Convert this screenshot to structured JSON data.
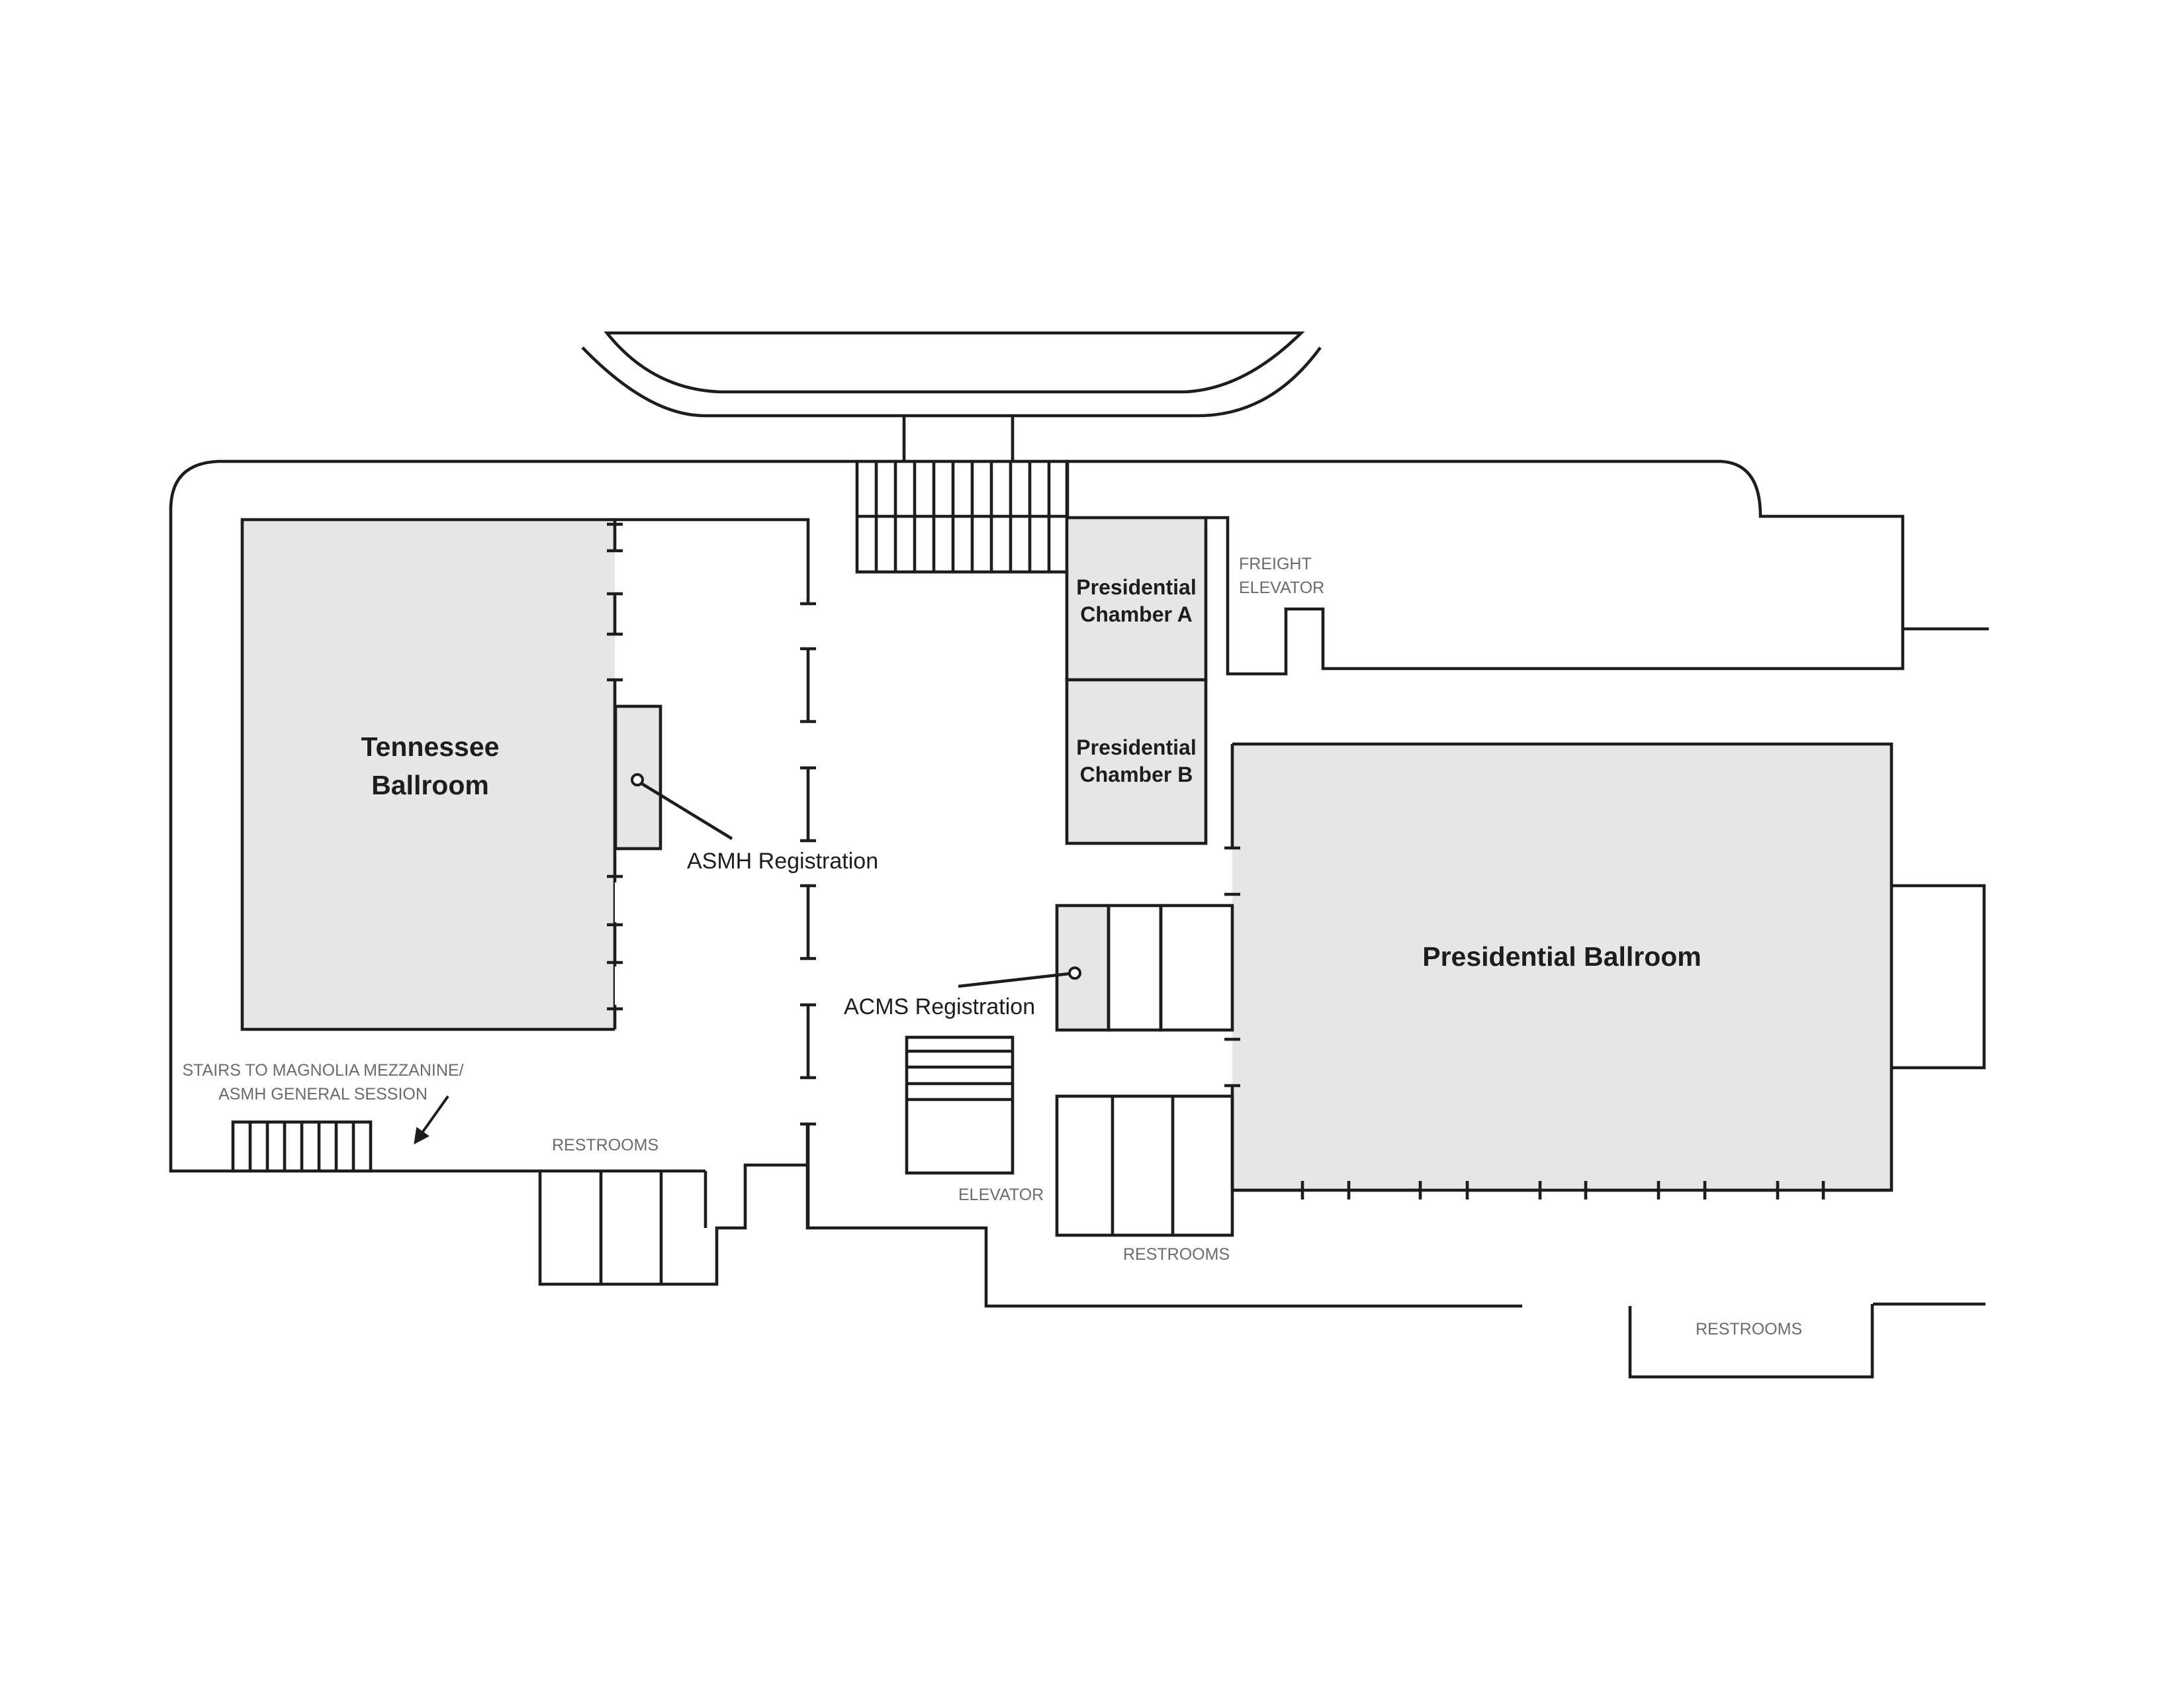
{
  "colors": {
    "wall": "#1d1d1b",
    "room_fill": "#e6e6e7",
    "background": "#ffffff",
    "small_label": "#6b6b6b"
  },
  "rooms": {
    "tennessee_line1": "Tennessee",
    "tennessee_line2": "Ballroom",
    "chamber_a_line1": "Presidential",
    "chamber_a_line2": "Chamber A",
    "chamber_b_line1": "Presidential",
    "chamber_b_line2": "Chamber B",
    "presidential_ballroom": "Presidential Ballroom"
  },
  "registration": {
    "asmh": "ASMH Registration",
    "acms": "ACMS Registration"
  },
  "labels": {
    "freight_line1": "FREIGHT",
    "freight_line2": "ELEVATOR",
    "stairs_line1": "STAIRS TO MAGNOLIA MEZZANINE/",
    "stairs_line2": "ASMH GENERAL SESSION",
    "restrooms_left": "RESTROOMS",
    "restrooms_center": "RESTROOMS",
    "restrooms_right": "RESTROOMS",
    "elevator": "ELEVATOR"
  },
  "icons": {
    "registration_marker": "circle-pin-icon",
    "stairs_direction": "arrow-down-left-icon"
  }
}
